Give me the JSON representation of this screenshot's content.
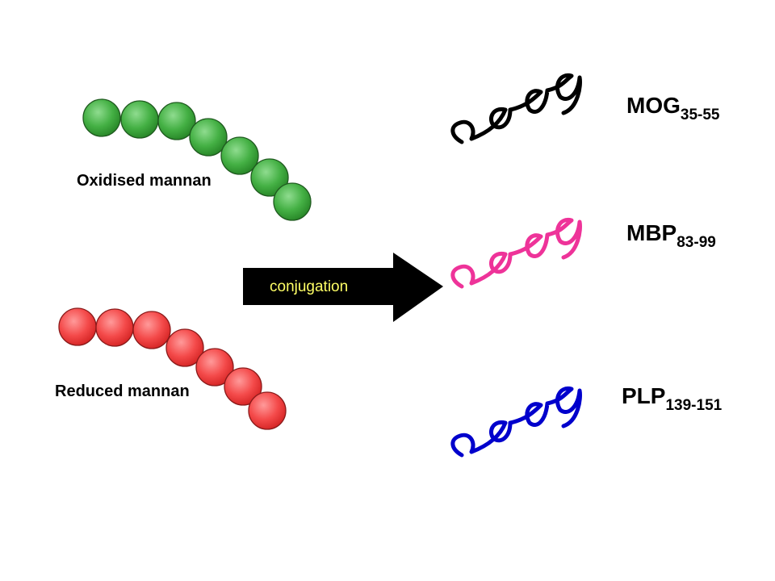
{
  "chains": {
    "oxidised": {
      "label": "Oxidised mannan",
      "color": "#2e9a2e"
    },
    "reduced": {
      "label": "Reduced mannan",
      "color": "#f03c3c"
    }
  },
  "arrow": {
    "label": "conjugation"
  },
  "peptides": [
    {
      "name": "MOG",
      "range": "35-55",
      "color": "#000000"
    },
    {
      "name": "MBP",
      "range": "83-99",
      "color": "#ee3399"
    },
    {
      "name": "PLP",
      "range": "139-151",
      "color": "#0000cc"
    }
  ]
}
